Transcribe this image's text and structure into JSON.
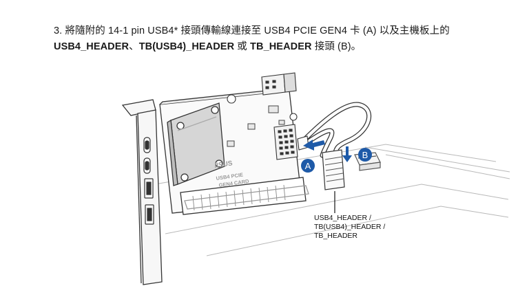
{
  "instruction": {
    "number": "3.",
    "text_before_bold": "將隨附的 14-1 pin USB4* 接頭傳輸線連接至 USB4 PCIE GEN4 卡 (A) 以及主機板上的",
    "bold_usb4_header": "USB4_HEADER",
    "separator": "、",
    "bold_tb_usb4_header": "TB(USB4)_HEADER",
    "or_text": "或",
    "bold_tb_header": "TB_HEADER",
    "text_after_bold": "接頭 (B)。"
  },
  "card": {
    "brand": "/ISUS",
    "label_line1": "USB4 PCIE",
    "label_line2": "GEN4 CARD"
  },
  "markers": {
    "a_label": "A",
    "b_label": "B",
    "color": "#1e5aa8"
  },
  "callout": {
    "line1": "USB4_HEADER /",
    "line2": "TB(USB4)_HEADER /",
    "line3": "TB_HEADER"
  }
}
